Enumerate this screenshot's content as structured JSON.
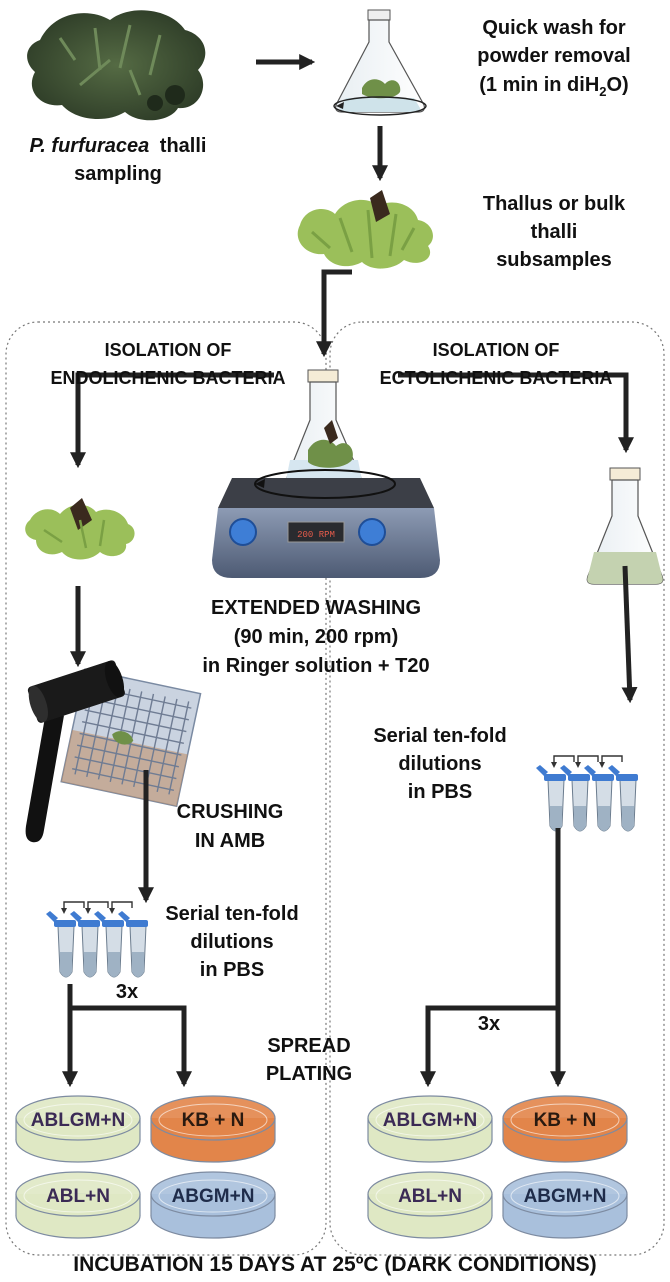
{
  "labels": {
    "sampling_1": "thalli",
    "sampling_species": "P. furfuracea",
    "sampling_2": "sampling",
    "wash_1": "Quick wash for",
    "wash_2": "powder removal",
    "wash_3_pre": "(1 min in diH",
    "wash_3_sub": "2",
    "wash_3_post": "O)",
    "subs_1": "Thallus or bulk",
    "subs_2": "thalli",
    "subs_3": "subsamples",
    "endo_1": "ISOLATION OF",
    "endo_2": "ENDOLICHENIC BACTERIA",
    "ecto_1": "ISOLATION OF",
    "ecto_2": "ECTOLICHENIC BACTERIA",
    "ext_1": "EXTENDED WASHING",
    "ext_2": "(90 min, 200 rpm)",
    "ext_3": "in Ringer solution + T20",
    "stirrer_display": "200 RPM",
    "crush_1": "CRUSHING",
    "crush_2": "IN AMB",
    "serial_left_1": "Serial ten-fold",
    "serial_left_2": "dilutions",
    "serial_left_3": "in PBS",
    "serial_right_1": "Serial ten-fold",
    "serial_right_2": "dilutions",
    "serial_right_3": "in PBS",
    "times_left": "3x",
    "times_right": "3x",
    "spread_1": "SPREAD",
    "spread_2": "PLATING",
    "incubation": "INCUBATION 15 DAYS AT 25ºC (DARK CONDITIONS)"
  },
  "plates": {
    "left": [
      "ABLGM+N",
      "KB + N",
      "ABL+N",
      "ABGM+N"
    ],
    "right": [
      "ABLGM+N",
      "KB + N",
      "ABL+N",
      "ABGM+N"
    ]
  },
  "colors": {
    "endo_heading": "#5b3f86",
    "ecto_heading": "#4d6a22",
    "lichen": "#9bbf5a",
    "lichen_dark": "#3f5530",
    "plate_green": "#dfe8c4",
    "plate_orange": "#e2854a",
    "plate_blue": "#a9c0dc",
    "arrow": "#222222"
  }
}
